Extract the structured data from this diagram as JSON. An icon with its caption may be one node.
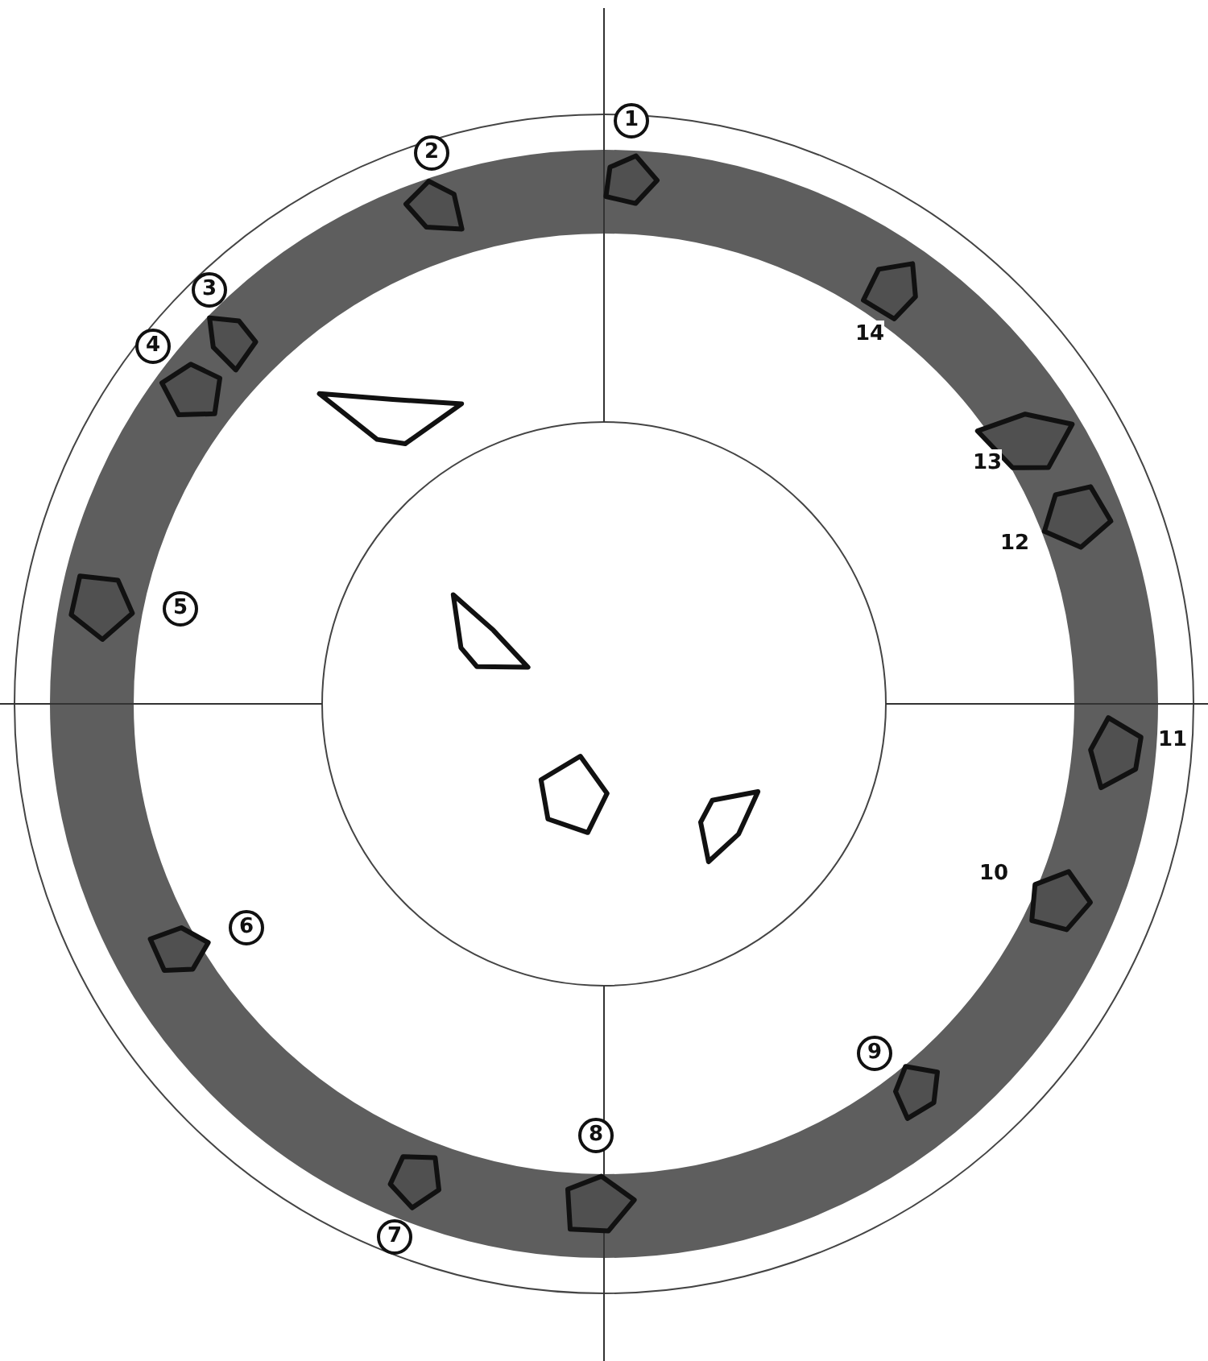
{
  "diagram": {
    "labels": [
      "1",
      "2",
      "3",
      "4",
      "5",
      "6",
      "7",
      "8",
      "9",
      "10",
      "11",
      "12",
      "13",
      "14"
    ]
  }
}
